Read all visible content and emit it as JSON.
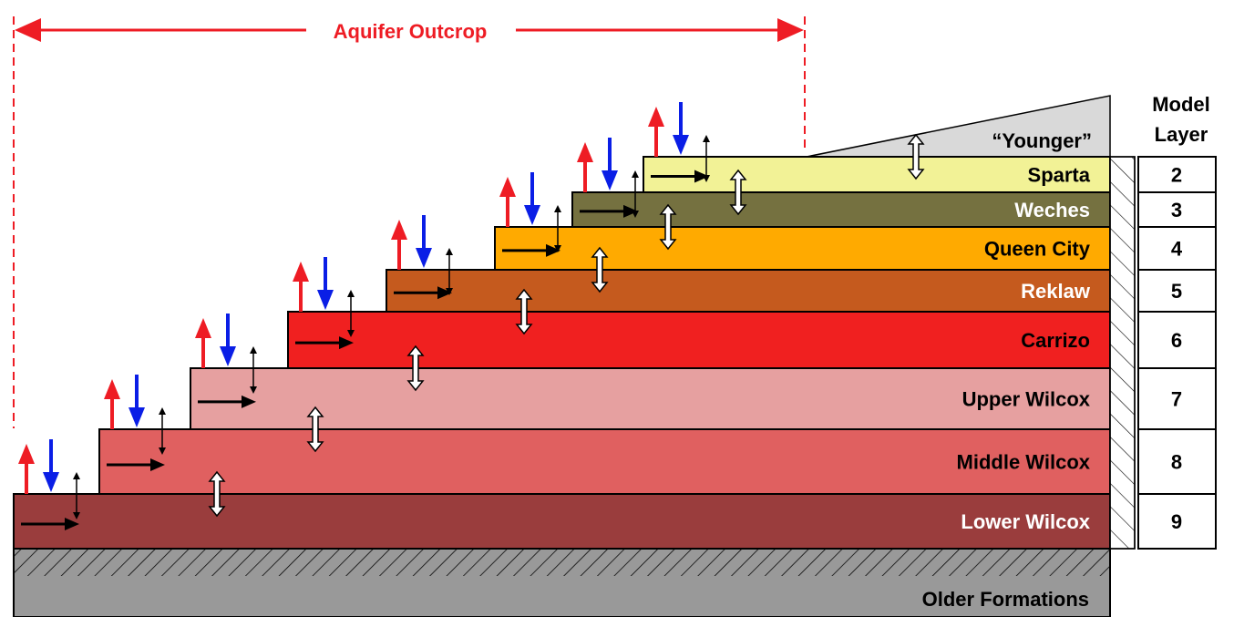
{
  "outcrop": {
    "label": "Aquifer Outcrop",
    "color": "#ee1c24"
  },
  "header": {
    "line1": "Model",
    "line2": "Layer"
  },
  "younger": {
    "label": "“Younger”",
    "color": "#d9d9d9"
  },
  "older": {
    "label": "Older Formations",
    "color": "#999999"
  },
  "layers": [
    {
      "name": "Sparta",
      "layer": "2",
      "color": "#f2f296",
      "text_color": "#000000"
    },
    {
      "name": "Weches",
      "layer": "3",
      "color": "#757140",
      "text_color": "#ffffff"
    },
    {
      "name": "Queen City",
      "layer": "4",
      "color": "#ffaa00",
      "text_color": "#000000"
    },
    {
      "name": "Reklaw",
      "layer": "5",
      "color": "#c55a1e",
      "text_color": "#ffffff"
    },
    {
      "name": "Carrizo",
      "layer": "6",
      "color": "#f02020",
      "text_color": "#000000"
    },
    {
      "name": "Upper Wilcox",
      "layer": "7",
      "color": "#e6a0a0",
      "text_color": "#000000"
    },
    {
      "name": "Middle Wilcox",
      "layer": "8",
      "color": "#e06060",
      "text_color": "#000000"
    },
    {
      "name": "Lower Wilcox",
      "layer": "9",
      "color": "#9a3d3d",
      "text_color": "#ffffff"
    }
  ],
  "arrow_colors": {
    "recharge": "#ee1c24",
    "discharge": "#0a1ee6",
    "lateral": "#000000"
  }
}
